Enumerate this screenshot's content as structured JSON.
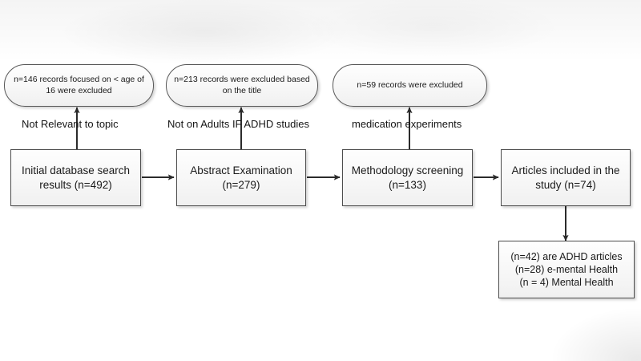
{
  "diagram": {
    "title": "Study selection flow diagram",
    "type": "flowchart",
    "background_color": "#ffffff",
    "line_color": "#333333",
    "box_fill": "#f5f5f5",
    "box_border": "#4d4d4d"
  },
  "exclusion_nodes": [
    {
      "id": "exclusion-1",
      "text": "n=146 records focused on < age of\n16 were excluded",
      "count": 146
    },
    {
      "id": "exclusion-2",
      "text": "n=213 records were excluded based\non the title",
      "count": 213
    },
    {
      "id": "exclusion-3",
      "text": "n=59 records were excluded",
      "count": 59
    }
  ],
  "edge_labels": [
    {
      "id": "edge-label-1",
      "text": "Not Relevant to topic"
    },
    {
      "id": "edge-label-2",
      "text": "Not on Adults IF ADHD studies"
    },
    {
      "id": "edge-label-3",
      "text": "medication experiments"
    }
  ],
  "process_nodes": [
    {
      "id": "stage-1",
      "text": "Initial database search\nresults (n=492)",
      "count": 492
    },
    {
      "id": "stage-2",
      "text": "Abstract Examination\n(n=279)",
      "count": 279
    },
    {
      "id": "stage-3",
      "text": "Methodology screening\n(n=133)",
      "count": 133
    },
    {
      "id": "stage-4",
      "text": "Articles included in the\nstudy  (n=74)",
      "count": 74
    }
  ],
  "result_node": {
    "id": "results-breakdown",
    "text": "(n=42) are ADHD articles\n(n=28) e-mental Health\n(n = 4) Mental Health",
    "lines": [
      "(n=42) are ADHD articles",
      "(n=28) e-mental Health",
      "(n = 4) Mental Health"
    ]
  }
}
